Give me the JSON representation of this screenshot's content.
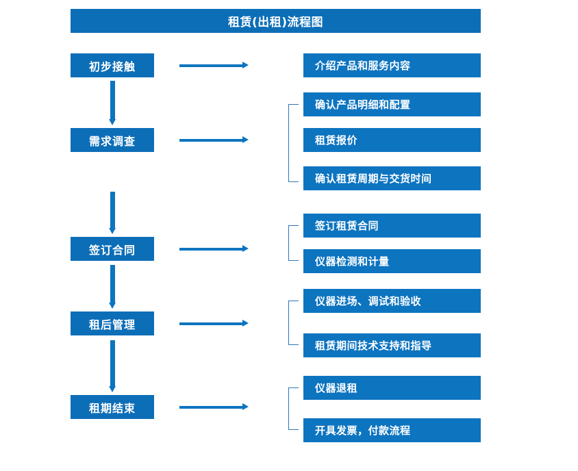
{
  "title": "租赁(出租)流程图",
  "colors": {
    "stage_box": "#0d6eb8",
    "detail_box": "#0d74c0",
    "arrow": "#0d74c0",
    "bracket": "#2e74b5",
    "text": "#ffffff",
    "background": "#ffffff"
  },
  "stages": [
    {
      "label": "初步接触"
    },
    {
      "label": "需求调查"
    },
    {
      "label": "签订合同"
    },
    {
      "label": "租后管理"
    },
    {
      "label": "租期结束"
    }
  ],
  "details": [
    {
      "label": "介绍产品和服务内容"
    },
    {
      "label": "确认产品明细和配置"
    },
    {
      "label": "租赁报价"
    },
    {
      "label": "确认租赁周期与交货时间"
    },
    {
      "label": "签订租赁合同"
    },
    {
      "label": "仪器检测和计量"
    },
    {
      "label": "仪器进场、调试和验收"
    },
    {
      "label": "租赁期间技术支持和指导"
    },
    {
      "label": "仪器退租"
    },
    {
      "label": "开具发票，付款流程"
    }
  ]
}
